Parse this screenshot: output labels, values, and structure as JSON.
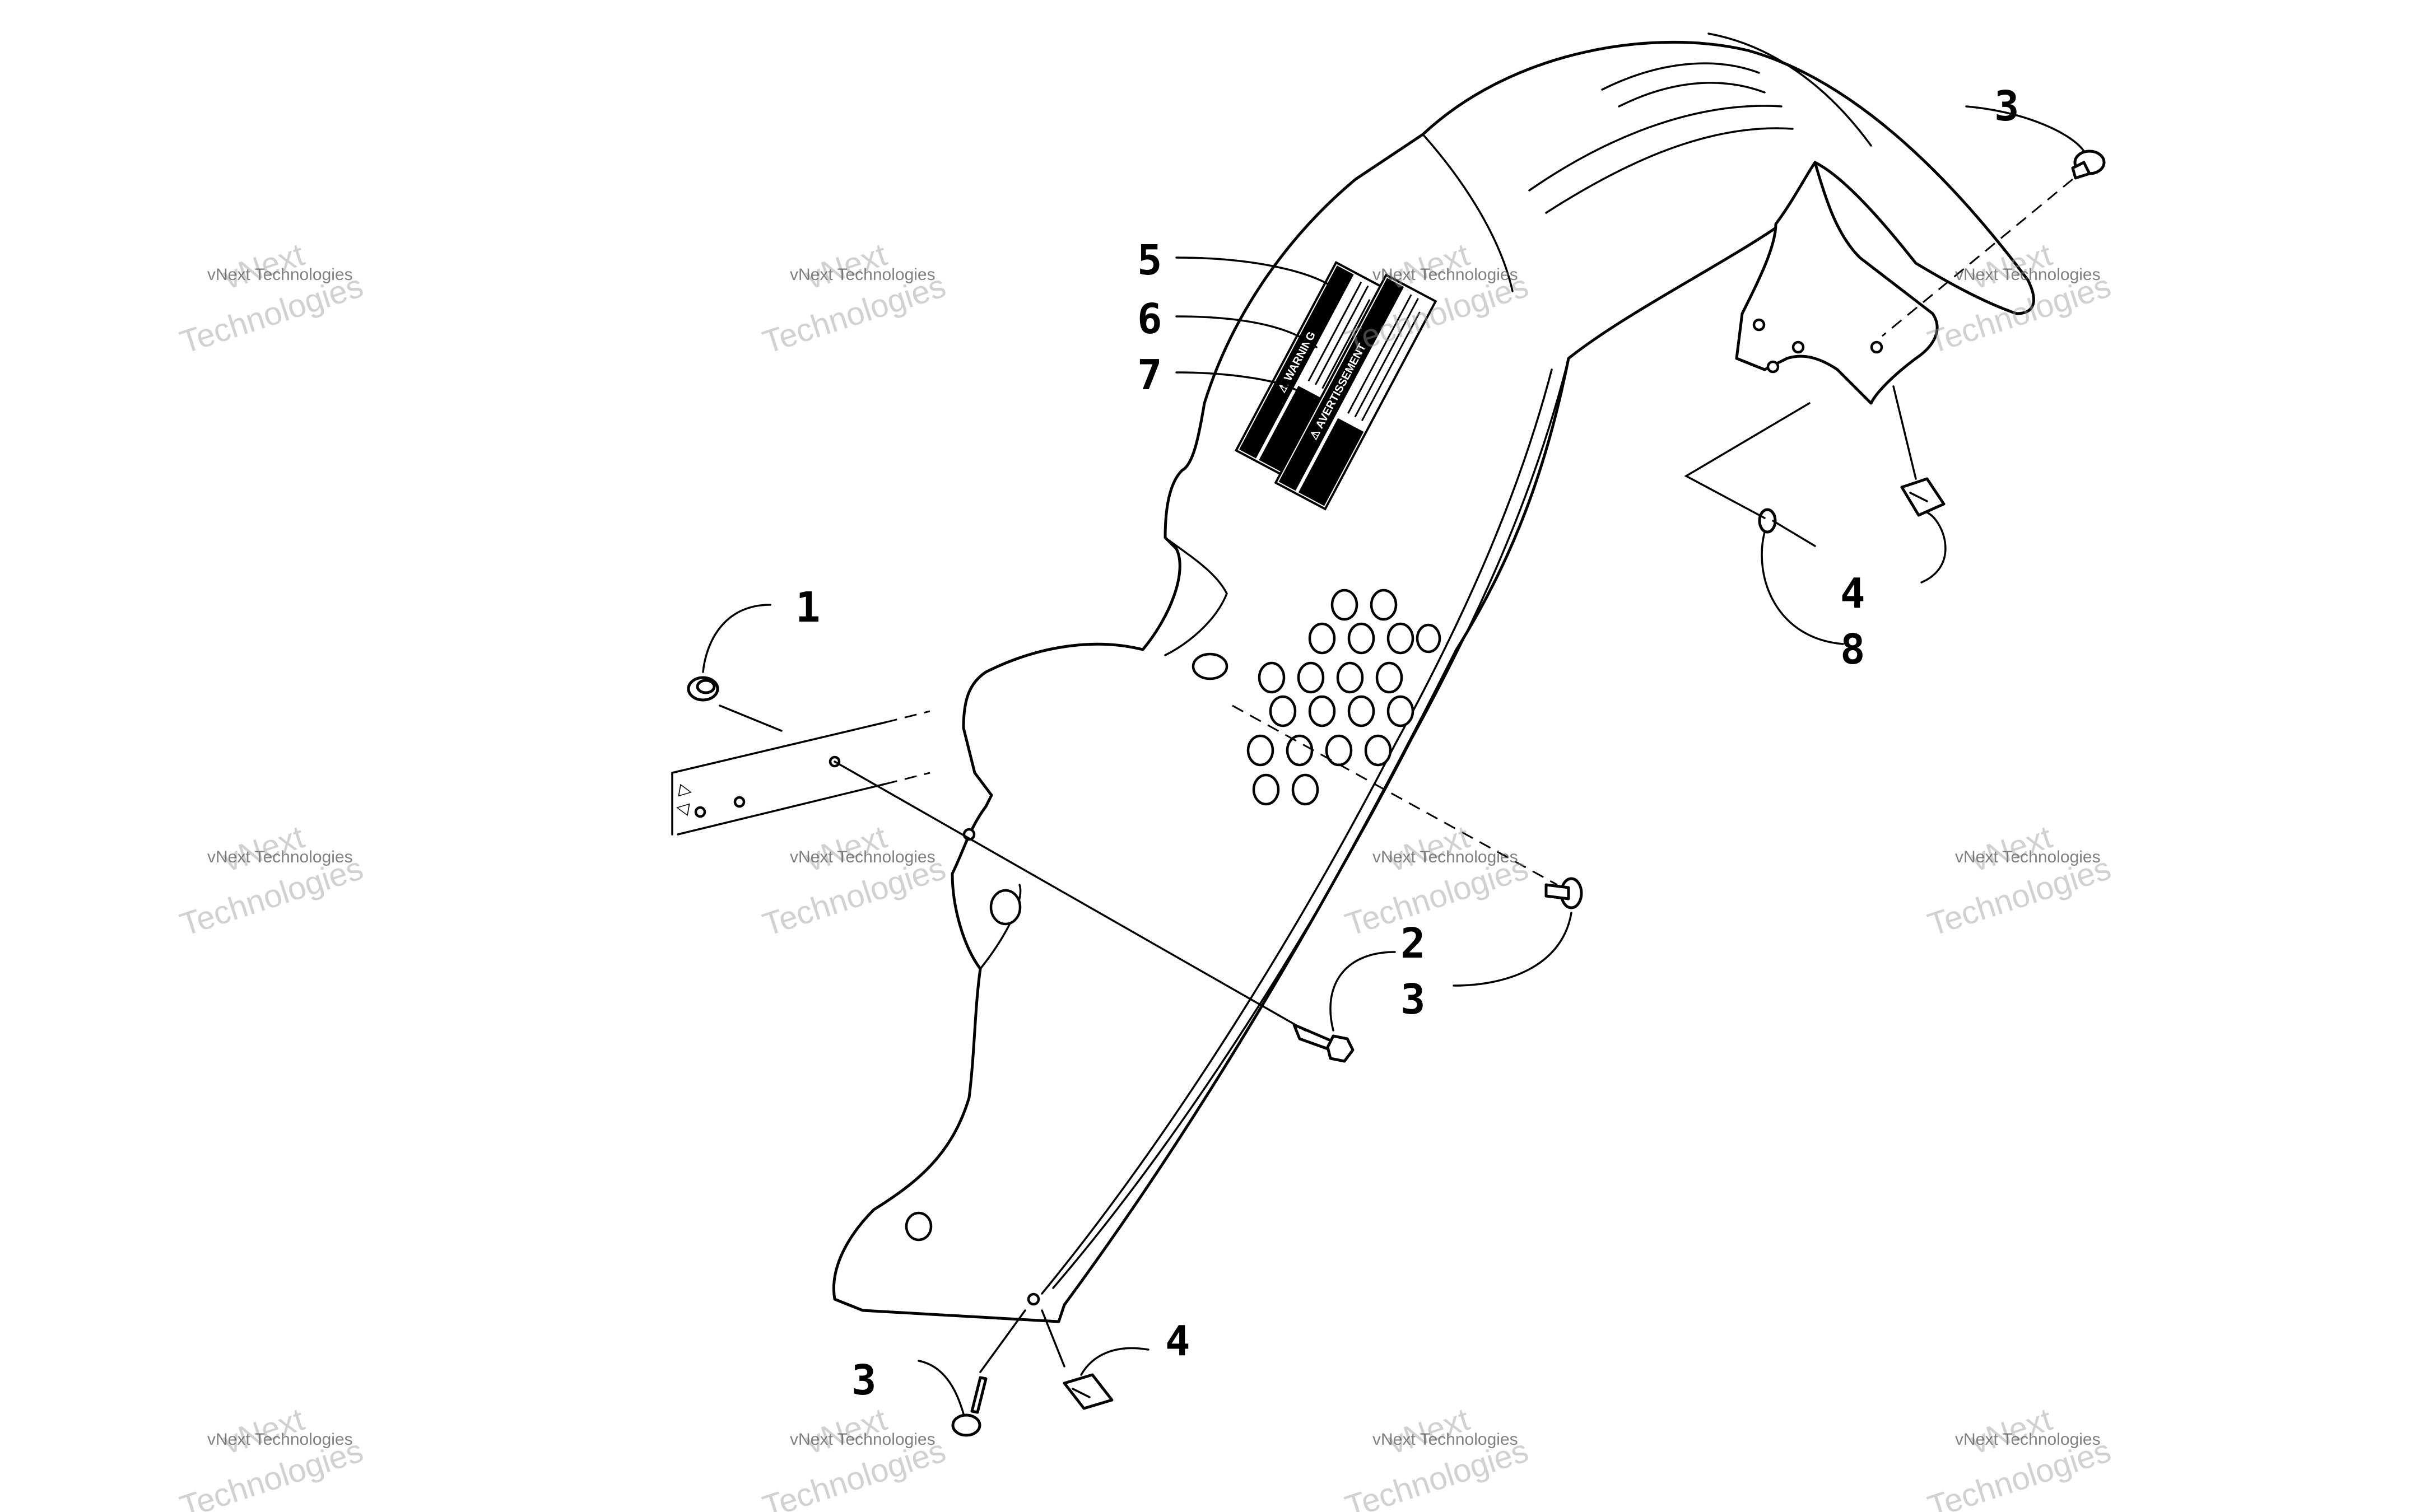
{
  "callouts": [
    {
      "id": "c1",
      "label": "1"
    },
    {
      "id": "c2",
      "label": "2"
    },
    {
      "id": "c3a",
      "label": "3"
    },
    {
      "id": "c3b",
      "label": "3"
    },
    {
      "id": "c3c",
      "label": "3"
    },
    {
      "id": "c4a",
      "label": "4"
    },
    {
      "id": "c4b",
      "label": "4"
    },
    {
      "id": "c5",
      "label": "5"
    },
    {
      "id": "c6",
      "label": "6"
    },
    {
      "id": "c7",
      "label": "7"
    },
    {
      "id": "c8",
      "label": "8"
    }
  ],
  "decals": {
    "warning": "⚠ WARNING",
    "avertissement": "⚠ AVERTISSEMENT"
  },
  "watermark": {
    "line1": "vNext Technologies",
    "big1": "vNext",
    "big2": "Technologies"
  },
  "colors": {
    "line": "#000000",
    "background": "#ffffff",
    "watermark": "#999999"
  }
}
